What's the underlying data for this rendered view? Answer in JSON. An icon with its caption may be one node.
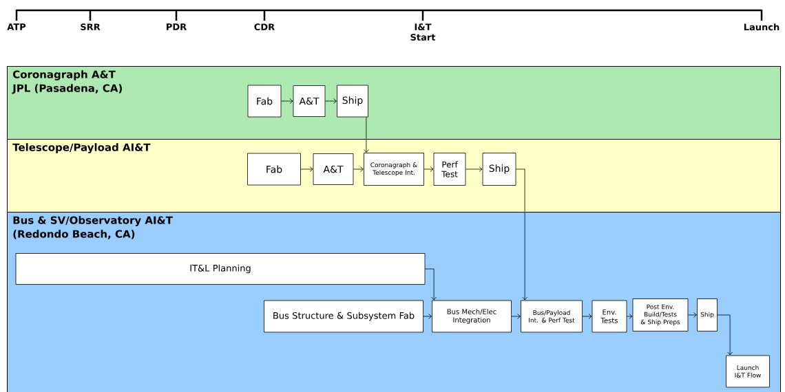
{
  "diagram": {
    "nodes": [
      {
        "text": [
          "Coronagraph A&T",
          "JPL (Pasadena, CA)"
        ]
      },
      {
        "text": [
          "Fab"
        ],
        "in": 0
      },
      {
        "text": [
          "A&T"
        ],
        "in": 0
      },
      {
        "text": [
          "Ship"
        ],
        "in": 0
      },
      {
        "text": [
          "Telescope/Payload AI&T"
        ]
      },
      {
        "text": [
          "Fab"
        ],
        "in": 4
      },
      {
        "text": [
          "A&T"
        ],
        "in": 4
      },
      {
        "text": [
          "Coronagraph & Telescope Int."
        ],
        "in": 4
      },
      {
        "text": [
          "Perf Test"
        ],
        "in": 4
      },
      {
        "text": [
          "Ship"
        ],
        "in": 4
      },
      {
        "text": [
          "Bus & SV/Observatory AI&T",
          "(Redondo Beach, CA)"
        ]
      },
      {
        "text": [
          "IT&L Planning"
        ],
        "in": 10
      },
      {
        "text": [
          "Bus Structure & Subsystem Fab"
        ],
        "in": 10
      },
      {
        "text": [
          "Bus Mech/Elec Integration"
        ],
        "in": 10
      },
      {
        "text": [
          "Bus/Payload Int. & Perf Test"
        ],
        "in": 10
      },
      {
        "text": [
          "Env. Tests"
        ],
        "in": 10
      },
      {
        "text": [
          "Post Env. Build/Tests & Ship Preps"
        ],
        "in": 10
      },
      {
        "text": [
          "Ship"
        ],
        "in": 10
      },
      {
        "text": [
          "Launch I&T Flow"
        ],
        "in": 10
      }
    ],
    "edges": [
      {
        "from": 1,
        "to": 2,
        "arrow": "to"
      },
      {
        "from": 2,
        "to": 3,
        "arrow": "to"
      },
      {
        "from": 3,
        "to": 7,
        "arrow": "to"
      },
      {
        "from": 5,
        "to": 6,
        "arrow": "to"
      },
      {
        "from": 6,
        "to": 7,
        "arrow": "to"
      },
      {
        "from": 7,
        "to": 8,
        "arrow": "to"
      },
      {
        "from": 8,
        "to": 9,
        "arrow": "to"
      },
      {
        "from": 9,
        "to": 14,
        "arrow": "to"
      },
      {
        "from": 11,
        "to": 13,
        "arrow": "to"
      },
      {
        "from": 12,
        "to": 13,
        "arrow": "to"
      },
      {
        "from": 13,
        "to": 14,
        "arrow": "to"
      },
      {
        "from": 14,
        "to": 15,
        "arrow": "to"
      },
      {
        "from": 15,
        "to": 16,
        "arrow": "to"
      },
      {
        "from": 16,
        "to": 17,
        "arrow": "to"
      },
      {
        "from": 17,
        "to": 18,
        "arrow": "to"
      }
    ],
    "labels": [
      "ATP",
      "SRR",
      "PDR",
      "CDR",
      "I&T Start",
      "Launch"
    ]
  }
}
